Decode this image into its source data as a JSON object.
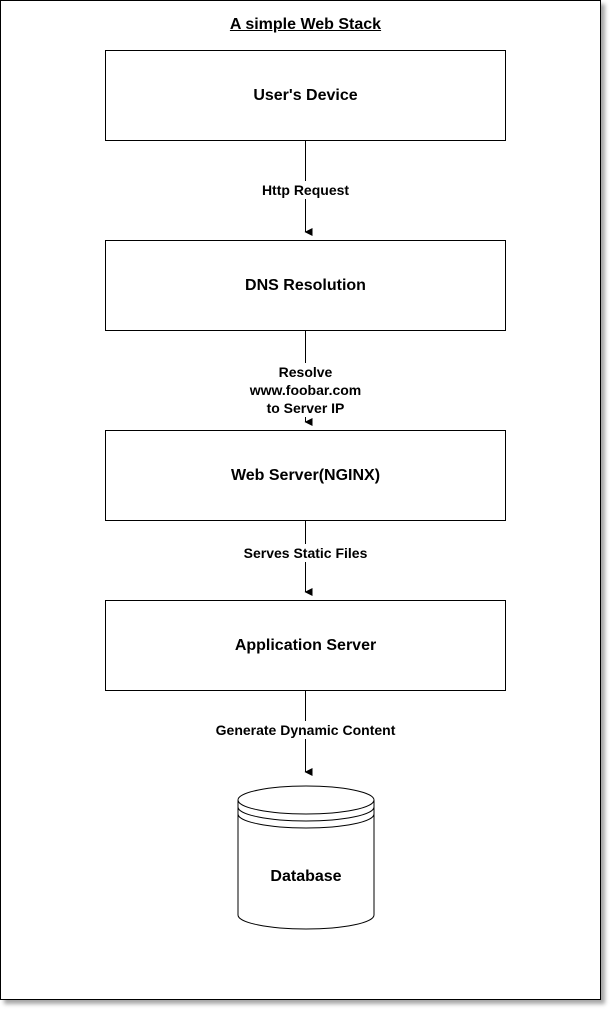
{
  "diagram": {
    "title": "A simple Web Stack",
    "nodes": {
      "users_device": "User's Device",
      "dns_resolution": "DNS Resolution",
      "web_server": "Web Server(NGINX)",
      "application_server": "Application Server",
      "database": "Database"
    },
    "edges": {
      "http_request": "Http Request",
      "resolve_line1": "Resolve",
      "resolve_line2": "www.foobar.com",
      "resolve_line3": "to Server IP",
      "serves_static": "Serves Static Files",
      "generate_dynamic": "Generate Dynamic Content"
    },
    "colors": {
      "stroke": "#000000",
      "fill": "#ffffff"
    }
  }
}
